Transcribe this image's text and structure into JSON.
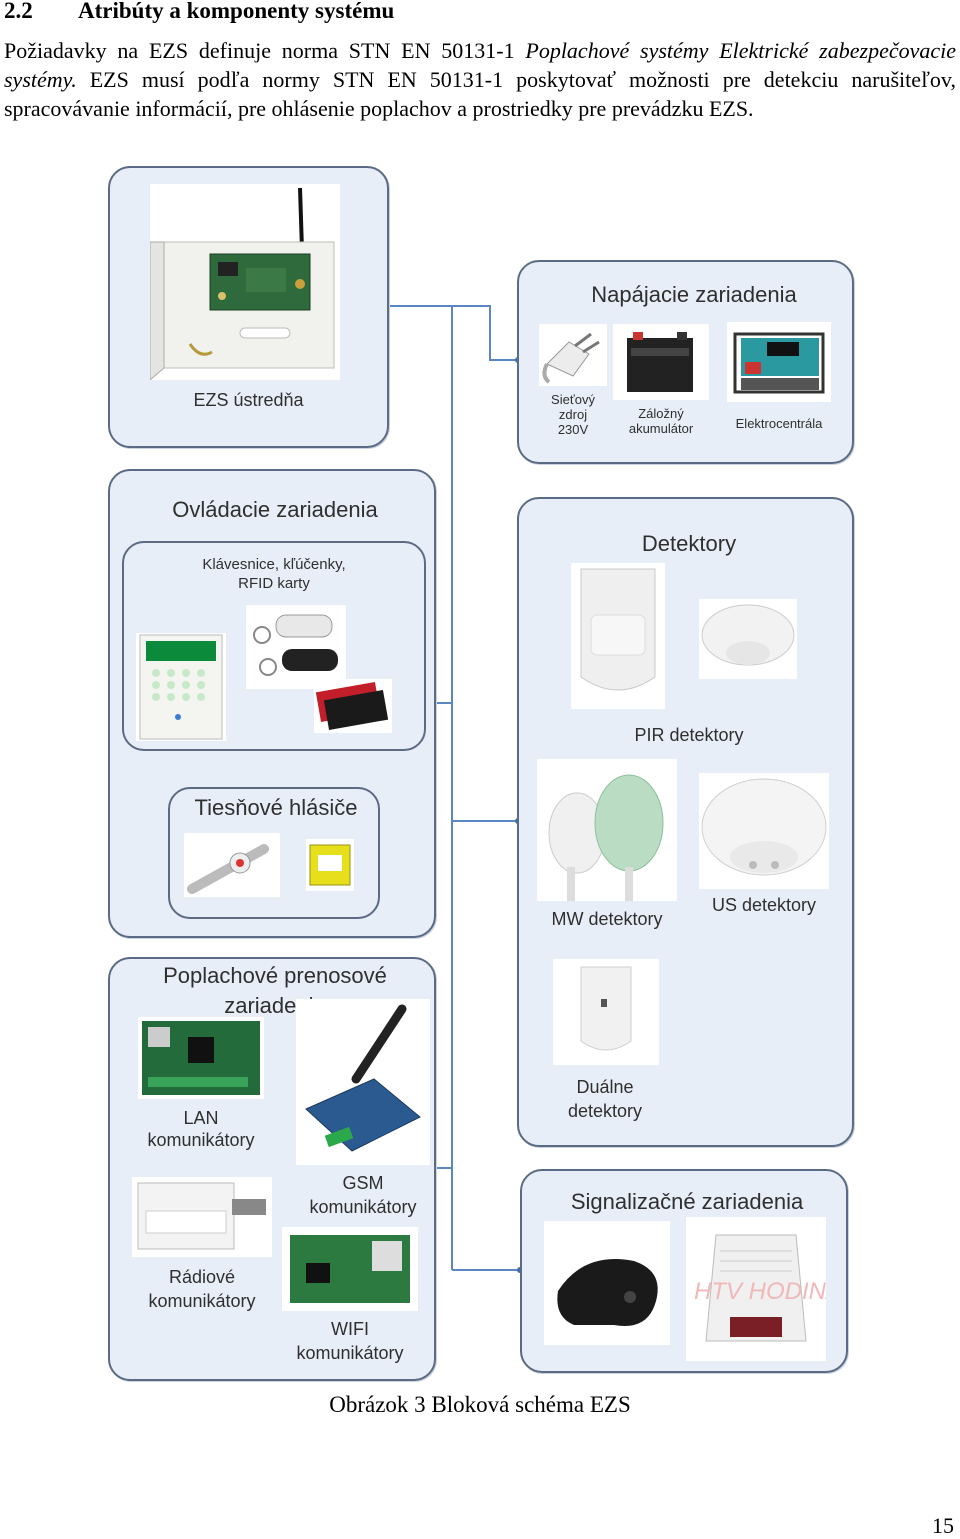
{
  "section": {
    "number": "2.2",
    "title": "Atribúty a komponenty systému"
  },
  "paragraph": {
    "p1": "Požiadavky na EZS definuje norma STN EN 50131-1 ",
    "p2": "Poplachové systémy Elektrické zabezpečovacie systémy.",
    "p3": " EZS musí podľa normy STN EN 50131-1 poskytovať možnosti pre detekciu narušiteľov, spracovávanie informácií, pre ohlásenie poplachov a prostriedky pre prevádzku EZS."
  },
  "diagram": {
    "ustredna": "EZS ústredňa",
    "napajacie": {
      "title": "Napájacie zariadenia",
      "sietovy1": "Sieťový",
      "sietovy2": "zdroj",
      "sietovy3": "230V",
      "zalozny1": "Záložný",
      "zalozny2": "akumulátor",
      "elektro": "Elektrocentrála"
    },
    "ovladacie": {
      "title": "Ovládacie zariadenia",
      "klav1": "Klávesnice, kľúčenky,",
      "klav2": "RFID karty",
      "tiesnove": "Tiesňové hlásiče"
    },
    "detektory": {
      "title": "Detektory",
      "pir": "PIR detektory",
      "mw": "MW detektory",
      "us": "US detektory",
      "dual1": "Duálne",
      "dual2": "detektory"
    },
    "prenosove": {
      "title1": "Poplachové prenosové",
      "title2": "zariadenia",
      "lan1": "LAN",
      "lan2": "komunikátory",
      "gsm1": "GSM",
      "gsm2": "komunikátory",
      "radio1": "Rádiové",
      "radio2": "komunikátory",
      "wifi1": "WIFI",
      "wifi2": "komunikátory"
    },
    "signalizacne": {
      "title": "Signalizačné zariadenia",
      "siren_text": "HTV HODINA"
    }
  },
  "caption": "Obrázok 3 Bloková schéma EZS",
  "page_number": "15"
}
